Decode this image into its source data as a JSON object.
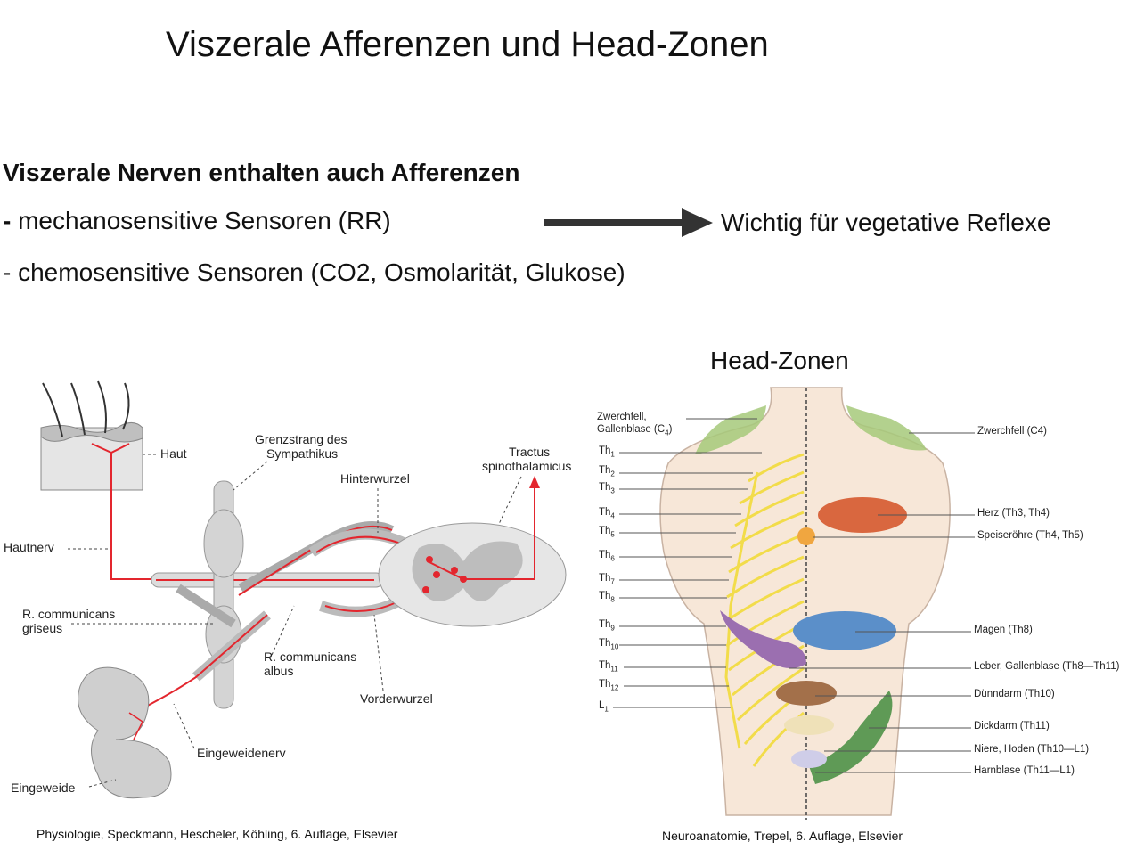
{
  "slide": {
    "title": "Viszerale Afferenzen und Head-Zonen",
    "heading": "Viszerale Nerven enthalten auch Afferenzen",
    "bullet1_dash": "-",
    "bullet1_text": " mechanosensitive Sensoren (RR)",
    "bullet2": "- chemosensitive Sensoren (CO2, Osmolarität, Glukose)",
    "arrow_text": "Wichtig für vegetative Reflexe",
    "headzonen_title": "Head-Zonen"
  },
  "left_diagram": {
    "labels": {
      "haut": "Haut",
      "grenzstrang": "Grenzstrang des",
      "grenzstrang2": "Sympathikus",
      "hinterwurzel": "Hinterwurzel",
      "tractus": "Tractus",
      "tractus2": "spinothalamicus",
      "hautnerv": "Hautnerv",
      "r_griseus": "R. communicans",
      "r_griseus2": "griseus",
      "r_albus": "R. communicans",
      "r_albus2": "albus",
      "vorderwurzel": "Vorderwurzel",
      "eingeweidenerv": "Eingeweidenerv",
      "eingeweide": "Eingeweide"
    },
    "credit": "Physiologie, Speckmann, Hescheler, Köhling, 6. Auflage, Elsevier"
  },
  "right_diagram": {
    "left_labels": {
      "zwerchfell_l1": "Zwerchfell,",
      "zwerchfell_l2": "Gallenblase (C",
      "zwerchfell_l2_sub": "4",
      "zwerchfell_l2_end": ")"
    },
    "segments": [
      {
        "base": "Th",
        "sub": "1"
      },
      {
        "base": "Th",
        "sub": "2"
      },
      {
        "base": "Th",
        "sub": "3"
      },
      {
        "base": "Th",
        "sub": "4"
      },
      {
        "base": "Th",
        "sub": "5"
      },
      {
        "base": "Th",
        "sub": "6"
      },
      {
        "base": "Th",
        "sub": "7"
      },
      {
        "base": "Th",
        "sub": "8"
      },
      {
        "base": "Th",
        "sub": "9"
      },
      {
        "base": "Th",
        "sub": "10"
      },
      {
        "base": "Th",
        "sub": "11"
      },
      {
        "base": "Th",
        "sub": "12"
      },
      {
        "base": "L",
        "sub": "1"
      }
    ],
    "right_labels": {
      "zwerchfell": "Zwerchfell (C4)",
      "herz": "Herz (Th3, Th4)",
      "speiseroehre": "Speiseröhre (Th4, Th5)",
      "magen": "Magen (Th8)",
      "leber": "Leber, Gallenblase (Th8—Th11)",
      "duenndarm": "Dünndarm (Th10)",
      "dickdarm": "Dickdarm (Th11)",
      "niere": "Niere, Hoden (Th10—L1)",
      "harnblase": "Harnblase (Th11—L1)"
    },
    "colors": {
      "zwerchfell": "#a6c97a",
      "herz": "#d9673f",
      "speiseroehre": "#f0a640",
      "magen": "#5b8fc9",
      "leber": "#9b6fb0",
      "duenndarm": "#a3704a",
      "dickdarm": "#5f9a56",
      "niere": "#efe1b8",
      "harnblase": "#cfcde8",
      "nerve": "#f2dc4a",
      "skin": "#f7e7d8"
    },
    "credit": "Neuroanatomie, Trepel, 6. Auflage, Elsevier"
  }
}
